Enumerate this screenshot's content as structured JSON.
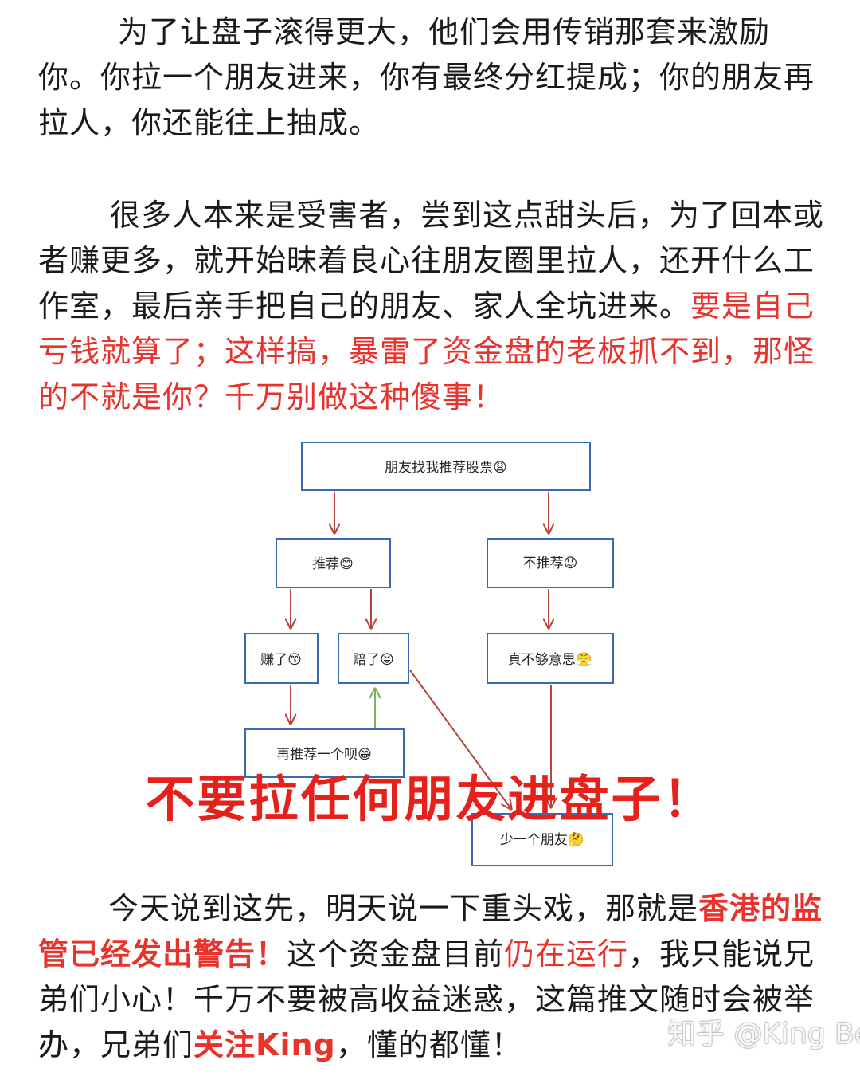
{
  "paragraph1": {
    "text": "为了让盘子滚得更大，他们会用传销那套来激励你。你拉一个朋友进来，你有最终分红提成；你的朋友再拉人，你还能往上抽成。"
  },
  "paragraph2": {
    "text_black": "很多人本来是受害者，尝到这点甜头后，为了回本或者赚更多，就开始昧着良心往朋友圈里拉人，还开什么工作室，最后亲手把自己的朋友、家人全坑进来。",
    "text_red": "要是自己亏钱就算了；这样搞，暴雷了资金盘的老板抓不到，那怪的不就是你？千万别做这种傻事！"
  },
  "flowchart": {
    "root": "朋友找我推荐股票😩",
    "recommend": "推荐😊",
    "not_recommend": "不推荐😟",
    "earned": "赚了😙",
    "lost": "赔了😝",
    "not_loyal": "真不够意思😤",
    "recommend_again": "再推荐一个呗😁",
    "one_less_friend": "少一个朋友🤔",
    "colors": {
      "box_border": "#3a6ab5",
      "arrow_red": "#b5443c",
      "arrow_green": "#7cb35a"
    }
  },
  "warning_banner": "不要拉任何朋友进盘子！",
  "paragraph3": {
    "part1": "今天说到这先，明天说一下重头戏，那就是",
    "red_bold1": "香港的监管已经发出警告！",
    "part2": "这个资金盘目前",
    "red1": "仍在运行",
    "part3": "，我只能说兄弟们小心！千万不要被高收益迷惑，这篇推文随时会被举办，兄弟们",
    "red_bold2": "关注King",
    "part4": "，懂的都懂！"
  },
  "watermark": "知乎 @King Ben"
}
